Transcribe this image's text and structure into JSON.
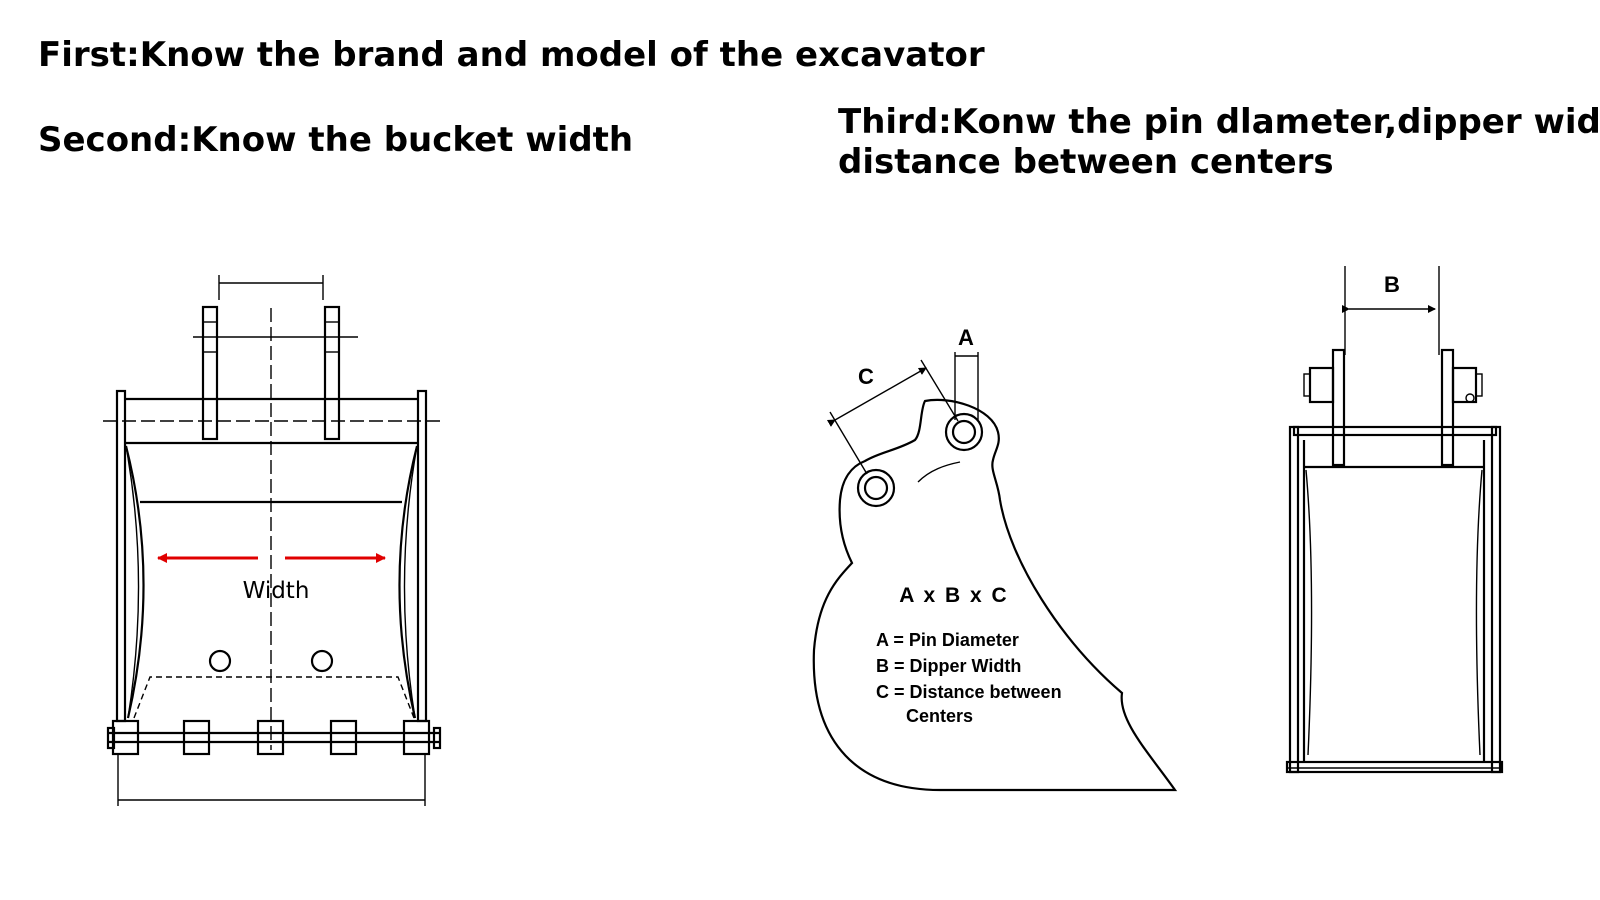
{
  "headings": {
    "first": "First:Know the brand and model of the excavator",
    "second": "Second:Know the bucket width",
    "third_line1": "Third:Konw the pin dlameter,dipper width,",
    "third_line2": "distance between centers"
  },
  "bucket_width_diagram": {
    "width_label": "Width",
    "arrow_color": "#e00000"
  },
  "side_view_diagram": {
    "label_a": "A",
    "label_c": "C",
    "formula": "A x B x C",
    "legend": [
      "A = Pin Diameter",
      "B = Dipper Width",
      "C = Distance between",
      "Centers"
    ]
  },
  "front_view_diagram": {
    "label_b": "B"
  }
}
